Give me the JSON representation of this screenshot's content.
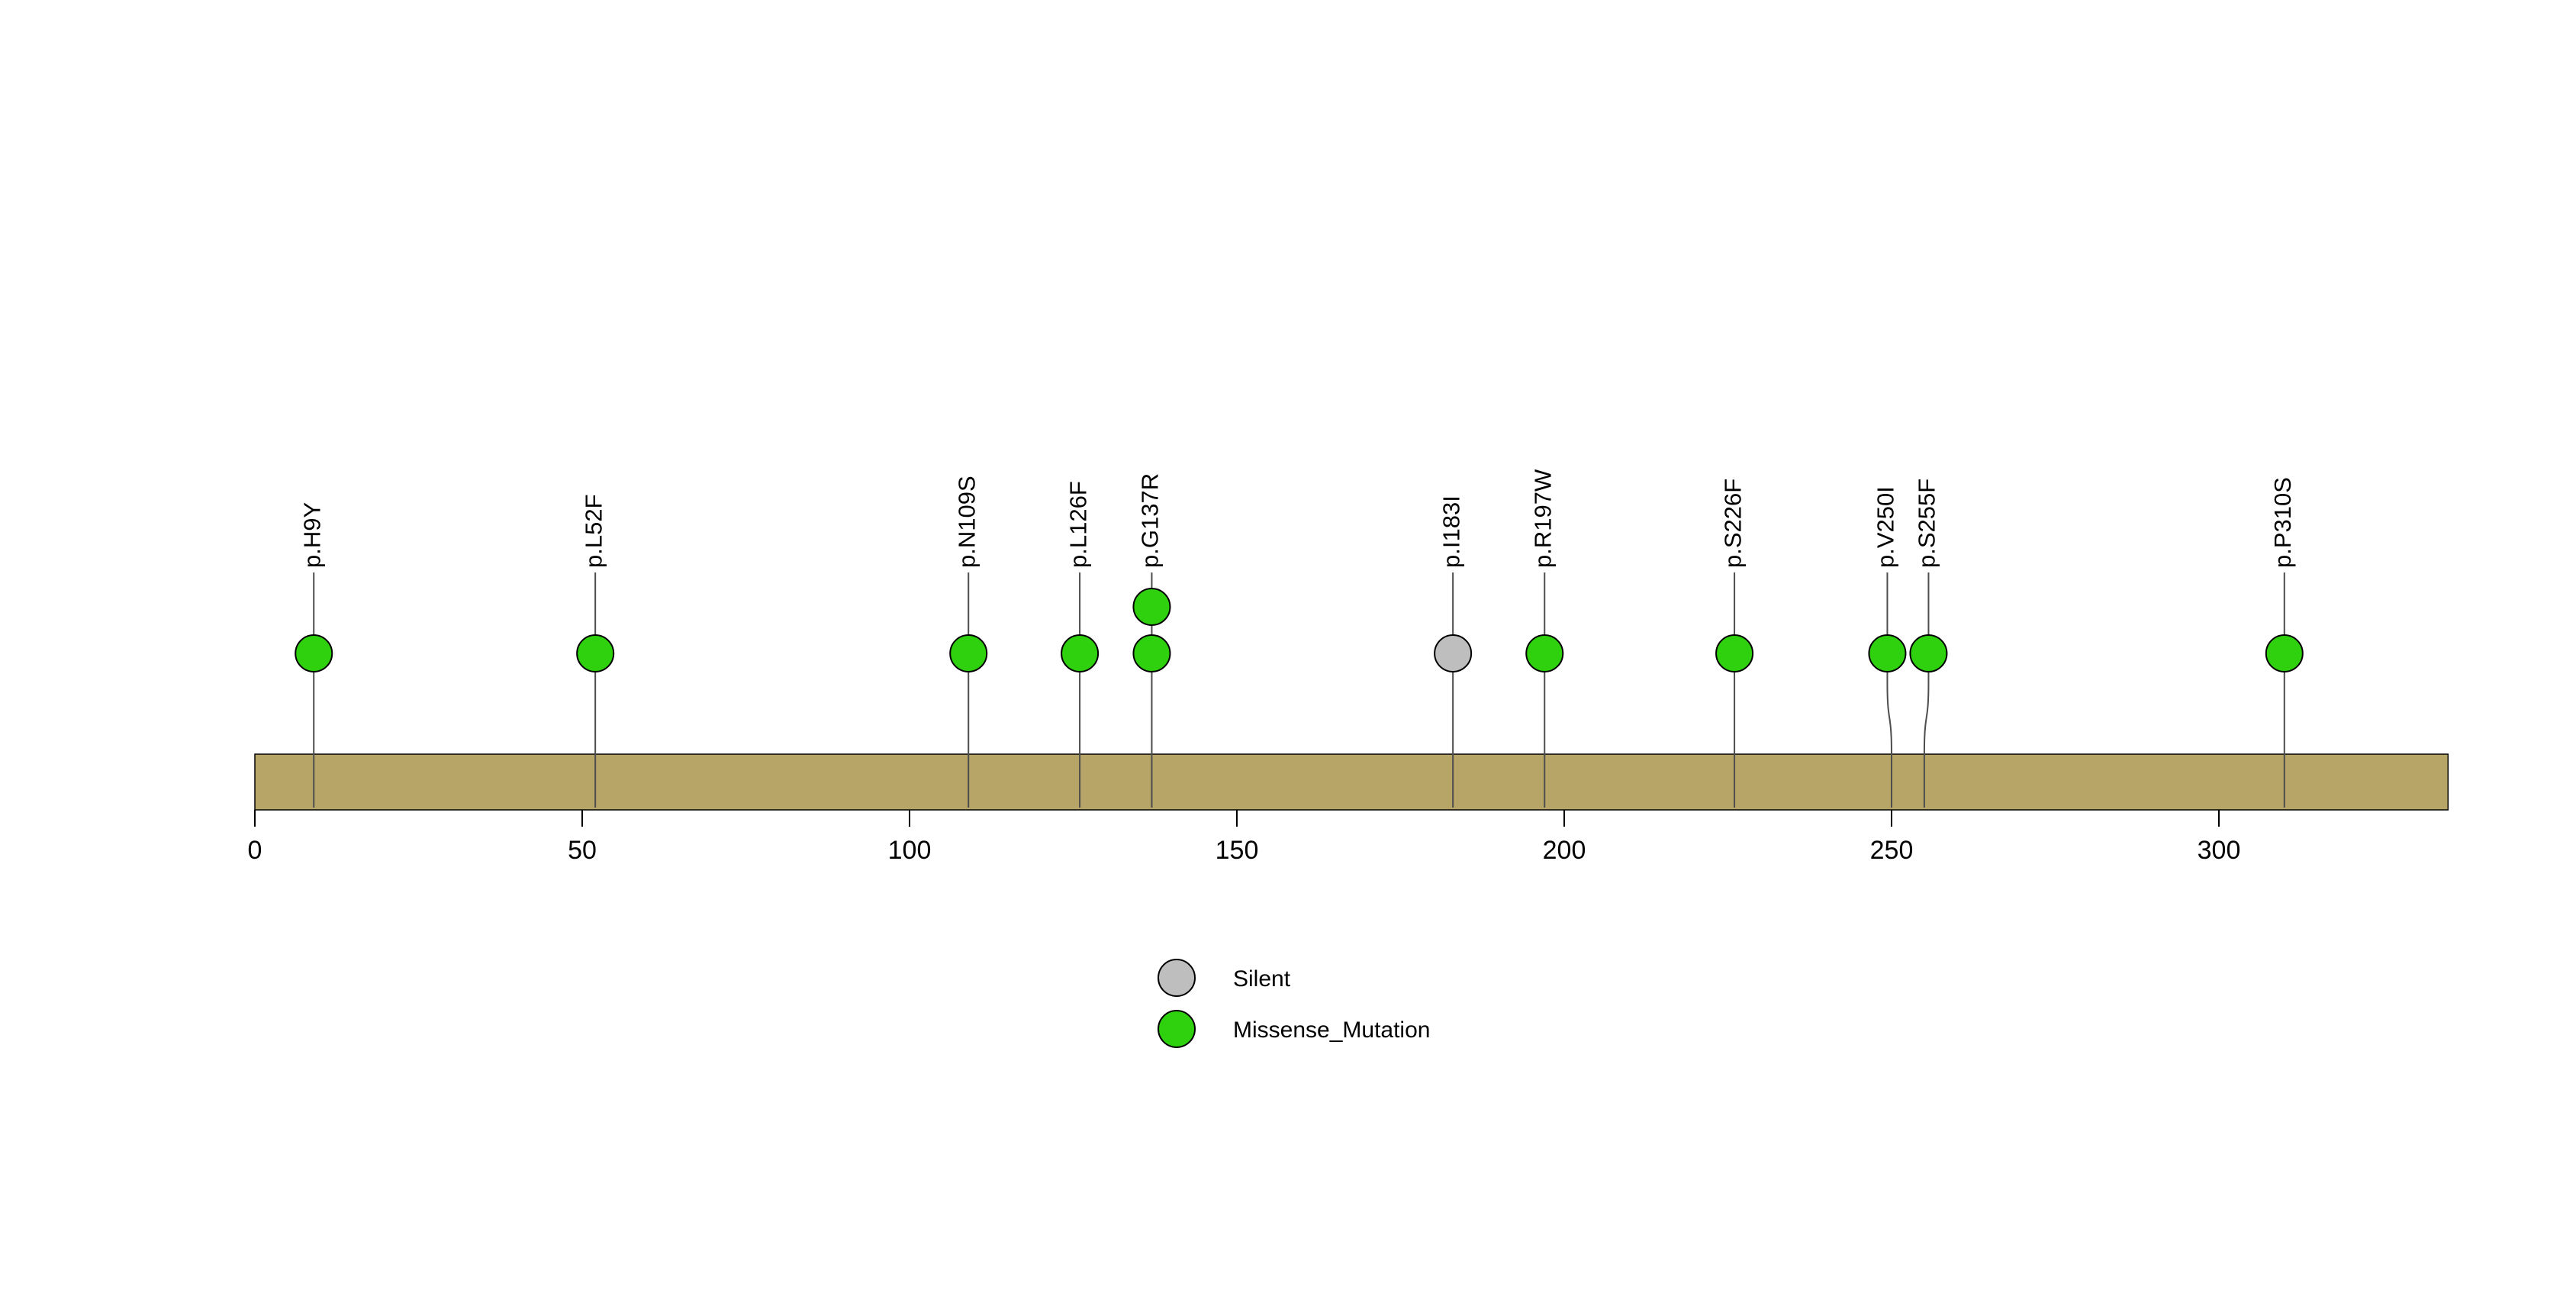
{
  "chart_data": {
    "type": "lollipop",
    "title": "",
    "xlabel": "",
    "xlim": [
      0,
      335
    ],
    "x_ticks": [
      0,
      50,
      100,
      150,
      200,
      250,
      300
    ],
    "protein_bar_color": "#B7A568",
    "mutations": [
      {
        "label": "p.H9Y",
        "position": 9,
        "type": "Missense_Mutation",
        "count": 1
      },
      {
        "label": "p.L52F",
        "position": 52,
        "type": "Missense_Mutation",
        "count": 1
      },
      {
        "label": "p.N109S",
        "position": 109,
        "type": "Missense_Mutation",
        "count": 1
      },
      {
        "label": "p.L126F",
        "position": 126,
        "type": "Missense_Mutation",
        "count": 1
      },
      {
        "label": "p.G137R",
        "position": 137,
        "type": "Missense_Mutation",
        "count": 2
      },
      {
        "label": "p.I183I",
        "position": 183,
        "type": "Silent",
        "count": 1
      },
      {
        "label": "p.R197W",
        "position": 197,
        "type": "Missense_Mutation",
        "count": 1
      },
      {
        "label": "p.S226F",
        "position": 226,
        "type": "Missense_Mutation",
        "count": 1
      },
      {
        "label": "p.V250I",
        "position": 250,
        "type": "Missense_Mutation",
        "count": 1
      },
      {
        "label": "p.S255F",
        "position": 255,
        "type": "Missense_Mutation",
        "count": 1
      },
      {
        "label": "p.P310S",
        "position": 310,
        "type": "Missense_Mutation",
        "count": 1
      }
    ],
    "legend": [
      {
        "label": "Silent",
        "color": "#BEBEBE"
      },
      {
        "label": "Missense_Mutation",
        "color": "#2FD10F"
      }
    ],
    "colors": {
      "Silent": "#BEBEBE",
      "Missense_Mutation": "#2FD10F"
    }
  }
}
